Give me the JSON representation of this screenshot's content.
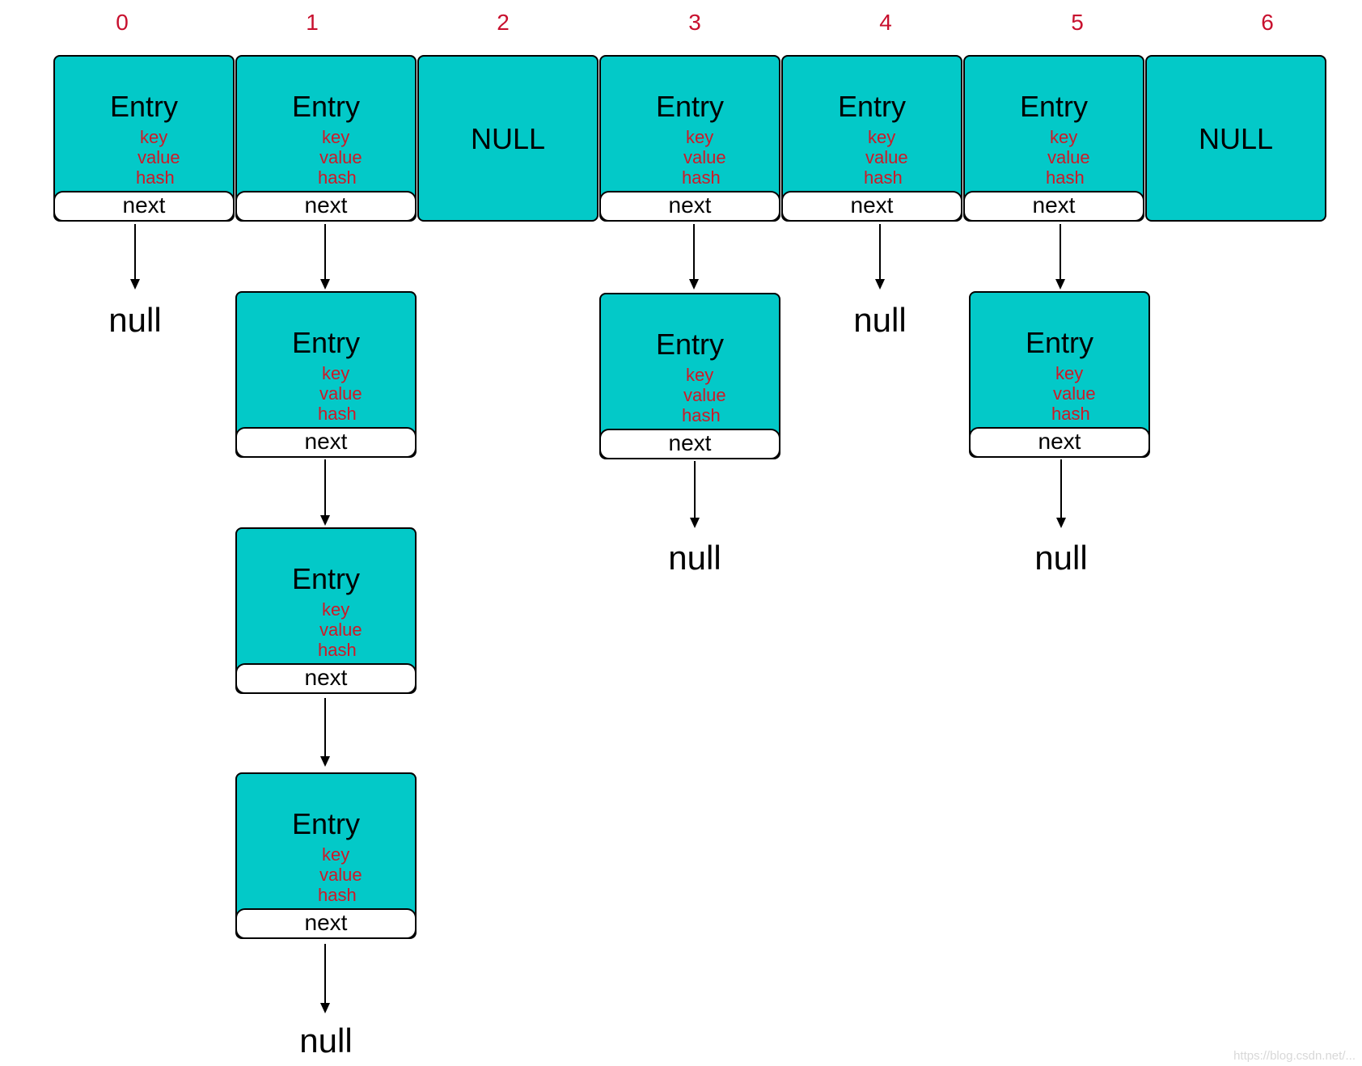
{
  "indices": [
    "0",
    "1",
    "2",
    "3",
    "4",
    "5",
    "6"
  ],
  "entry": {
    "title": "Entry",
    "key": "key",
    "value": "value",
    "hash": "hash",
    "next": "next"
  },
  "null_slot_label": "NULL",
  "null_terminal_label": "null",
  "watermark": "https://blog.csdn.net/..."
}
